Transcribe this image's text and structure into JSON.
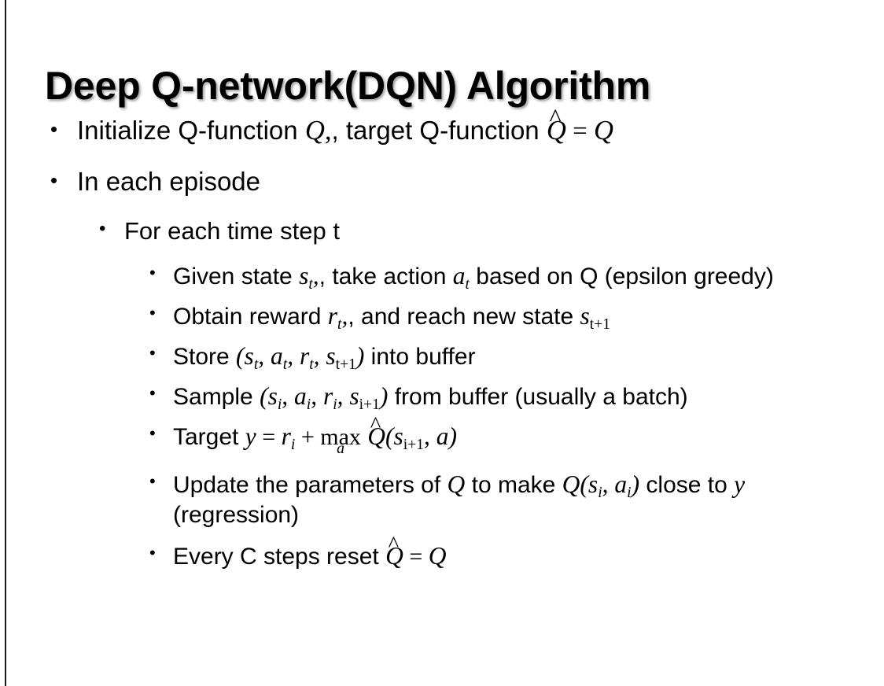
{
  "slide": {
    "title": "Deep Q-network(DQN) Algorithm",
    "background_color": "#ffffff",
    "text_color": "#000000",
    "bullet_marker": "•",
    "edge_rule_color": "#1a1a1a"
  },
  "content": {
    "b1": {
      "level": 1,
      "pre": "Initialize Q-function ",
      "var_q1": "Q",
      "mid": ", target Q-function ",
      "qhat": "Q",
      "hat": "^",
      "eq": " = ",
      "var_q2": "Q",
      "plain": "Initialize Q-function Q, target Q-function Q̂ = Q"
    },
    "b2": {
      "level": 1,
      "text": "In each episode"
    },
    "b3": {
      "level": 2,
      "text": "For each time step t"
    },
    "b4": {
      "level": 3,
      "pre": "Given state ",
      "var_s": "s",
      "sub_s": "t",
      "mid": ", take action ",
      "var_a": "a",
      "sub_a": "t",
      "post": " based on Q (epsilon greedy)",
      "plain": "Given state sₜ, take action aₜ based on Q (epsilon greedy)"
    },
    "b5": {
      "level": 3,
      "pre": "Obtain reward ",
      "var_r": "r",
      "sub_r": "t",
      "mid": ", and reach new state ",
      "var_s": "s",
      "sub_s": "t+1",
      "plain": "Obtain reward rₜ, and reach new state sₜ₊₁"
    },
    "b6": {
      "level": 3,
      "pre": "Store ",
      "open": "(",
      "v1": "s",
      "s1": "t",
      "v2": "a",
      "s2": "t",
      "v3": "r",
      "s3": "t",
      "v4": "s",
      "s4": "t+1",
      "close": ")",
      "post": " into buffer",
      "plain": "Store (sₜ, aₜ, rₜ, sₜ₊₁) into buffer"
    },
    "b7": {
      "level": 3,
      "pre": "Sample ",
      "open": "(",
      "v1": "s",
      "s1": "i",
      "v2": "a",
      "s2": "i",
      "v3": "r",
      "s3": "i",
      "v4": "s",
      "s4": "i+1",
      "close": ")",
      "post": " from buffer (usually a batch)",
      "plain": "Sample (sᵢ, aᵢ, rᵢ, sᵢ₊₁) from buffer (usually a batch)"
    },
    "b8": {
      "level": 3,
      "pre": "Target ",
      "var_y": "y",
      "eq": " = ",
      "var_r": "r",
      "sub_r": "i",
      "plus": " + ",
      "max_label": "max",
      "max_under": "a",
      "qhat": "Q",
      "hat": "^",
      "open": "(",
      "var_s": "s",
      "sub_s": "i+1",
      "comma": ", ",
      "var_a": "a",
      "close": ")",
      "plain": "Target y = rᵢ + max_a Q̂(sᵢ₊₁, a)"
    },
    "b9": {
      "level": 3,
      "pre": "Update the parameters of ",
      "var_q1": "Q",
      "mid": " to make ",
      "var_q2": "Q",
      "open": "(",
      "v1": "s",
      "s1": "i",
      "v2": "a",
      "s2": "i",
      "close": ")",
      "post": " close to ",
      "var_y": "y",
      "tail": " (regression)",
      "plain": "Update the parameters of Q to make Q(sᵢ, aᵢ) close to y (regression)"
    },
    "b10": {
      "level": 3,
      "pre": "Every C steps reset ",
      "qhat": "Q",
      "hat": "^",
      "eq": " = ",
      "var_q": "Q",
      "plain": "Every C steps reset Q̂ = Q"
    }
  }
}
